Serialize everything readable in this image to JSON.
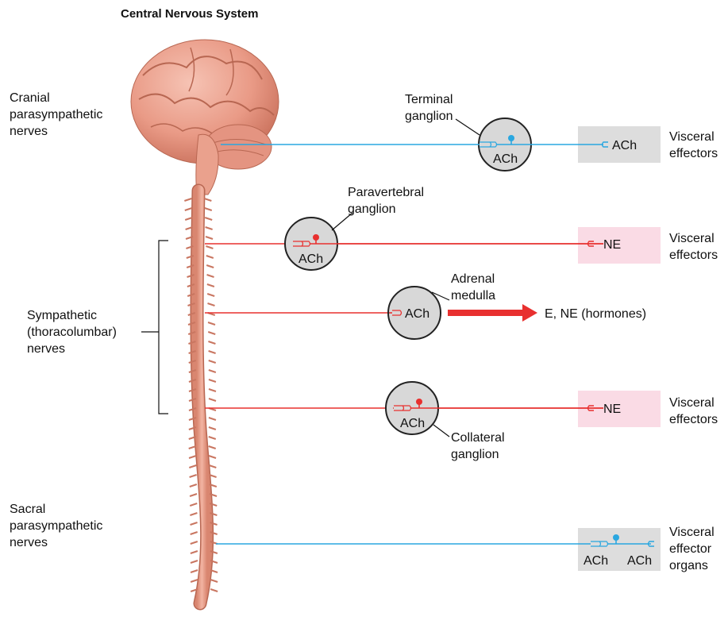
{
  "title": "Central Nervous System",
  "colors": {
    "parasympathetic": "#2aa7e0",
    "sympathetic": "#e8302f",
    "brain": "#e99a86",
    "effector_gray": "#dddddd",
    "effector_pink": "#fadbe5",
    "ganglion_fill": "#d8d8d8"
  },
  "left_labels": {
    "cranial": [
      "Cranial",
      "parasympathetic",
      "nerves"
    ],
    "sympathetic": [
      "Sympathetic",
      "(thoracolumbar)",
      "nerves"
    ],
    "sacral": [
      "Sacral",
      "parasympathetic",
      "nerves"
    ]
  },
  "ganglia": {
    "terminal": {
      "label": [
        "Terminal",
        "ganglion"
      ],
      "transmitter": "ACh"
    },
    "paravertebral": {
      "label": [
        "Paravertebral",
        "ganglion"
      ],
      "transmitter": "ACh"
    },
    "adrenal": {
      "label": [
        "Adrenal",
        "medulla"
      ],
      "transmitter": "ACh"
    },
    "collateral": {
      "label": [
        "Collateral",
        "ganglion"
      ],
      "transmitter": "ACh"
    }
  },
  "hormone_output": "E, NE (hormones)",
  "effectors": {
    "cranial": {
      "transmitter": "ACh",
      "label": [
        "Visceral",
        "effectors"
      ]
    },
    "paravertebral": {
      "transmitter": "NE",
      "label": [
        "Visceral",
        "effectors"
      ]
    },
    "collateral": {
      "transmitter": "NE",
      "label": [
        "Visceral",
        "effectors"
      ]
    },
    "sacral": {
      "transmitters": [
        "ACh",
        "ACh"
      ],
      "label": [
        "Visceral",
        "effector",
        "organs"
      ]
    }
  }
}
